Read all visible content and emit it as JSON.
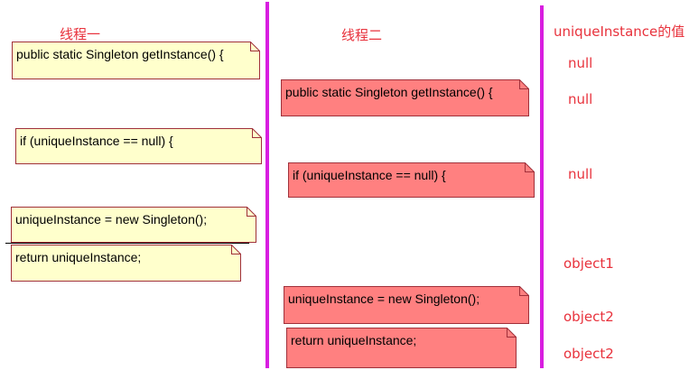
{
  "headers": {
    "thread1": "线程一",
    "thread2": "线程二",
    "value": "uniqueInstance的值"
  },
  "thread1_steps": [
    "public static Singleton getInstance() {",
    "if (uniqueInstance == null) {",
    "uniqueInstance = new Singleton();",
    "return uniqueInstance;"
  ],
  "thread2_steps": [
    "public static Singleton getInstance() {",
    "if (uniqueInstance == null) {",
    "uniqueInstance = new Singleton();",
    "return uniqueInstance;"
  ],
  "values": [
    "null",
    "null",
    "null",
    "object1",
    "object2",
    "object2"
  ],
  "colors": {
    "thread1_fill": "#ffffcc",
    "thread1_border": "#a0303a",
    "thread2_fill": "#ff8080",
    "thread2_border": "#a0303a",
    "divider": "#d81ee0",
    "label": "#e8323c"
  }
}
